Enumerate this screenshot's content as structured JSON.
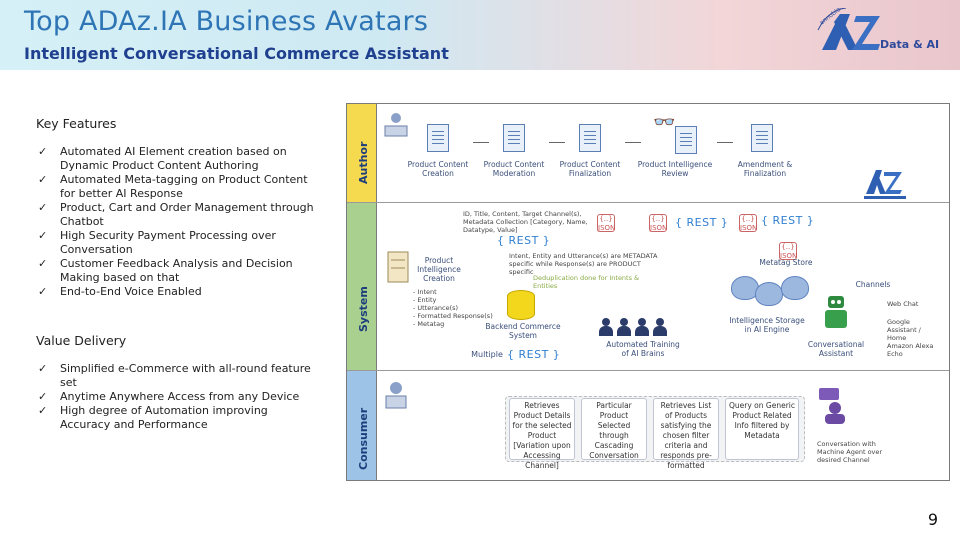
{
  "header": {
    "title": "Top ADAz.IA Business Avatars",
    "subtitle": "Intelligent Conversational Commerce Assistant",
    "logo_text": "Data & AI",
    "logo_arc": "ennobled"
  },
  "key_features": {
    "title": "Key Features",
    "items": [
      "Automated AI Element creation based on Dynamic Product Content Authoring",
      "Automated Meta-tagging on Product Content for better AI Response",
      "Product, Cart and Order Management through Chatbot",
      "High Security Payment Processing over Conversation",
      "Customer Feedback Analysis and Decision Making based on that",
      "End-to-End Voice Enabled"
    ]
  },
  "value_delivery": {
    "title": "Value Delivery",
    "items": [
      "Simplified e-Commerce with all-round feature set",
      "Anytime Anywhere Access from any Device",
      "High degree of Automation improving Accuracy and Performance"
    ]
  },
  "diagram": {
    "bands": [
      "Author",
      "System",
      "Consumer"
    ],
    "author": {
      "steps": [
        "Product Content Creation",
        "Product Content Moderation",
        "Product Content Finalization",
        "Product Intelligence Review",
        "Amendment & Finalization"
      ]
    },
    "system": {
      "meta_note": "ID, Title, Content, Target Channel(s), Metadata Collection [Category, Name, Datatype, Value]",
      "rest": "{ REST }",
      "json": "{..} JSON",
      "intent_note": "Intent, Entity and Utterance(s) are METADATA specific while Response(s) are PRODUCT specific",
      "dedupe_note": "Deduplication done for Intents & Entities",
      "pic_label": "Product Intelligence Creation",
      "pic_items": [
        "- Intent",
        "- Entity",
        "- Utterance(s)",
        "- Formatted Response(s)",
        "- Metatag"
      ],
      "backend": "Backend Commerce System",
      "training": "Automated Training of AI Brains",
      "metatag_store": "Metatag Store",
      "intelligence_storage": "Intelligence Storage in AI Engine",
      "assistant": "Conversational Assistant",
      "channels_title": "Channels",
      "channels": [
        "Web Chat",
        "Google Assistant / Home",
        "Amazon Alexa Echo"
      ],
      "multiple": "Multiple",
      "multiple_rest": "{ REST }"
    },
    "consumer": {
      "queries": [
        "Retrieves Product Details for the selected Product [Variation upon Accessing Channel]",
        "Particular Product Selected through Cascading Conversation",
        "Retrieves List of Products satisfying the chosen filter criteria and responds pre-formatted",
        "Query on Generic Product Related Info filtered by Metadata"
      ],
      "conversation": "Conversation with Machine Agent over desired Channel"
    }
  },
  "page_number": "9",
  "colors": {
    "title": "#2e75b6",
    "subtitle": "#1f3f8f",
    "band_label": "#1d3e7c"
  }
}
